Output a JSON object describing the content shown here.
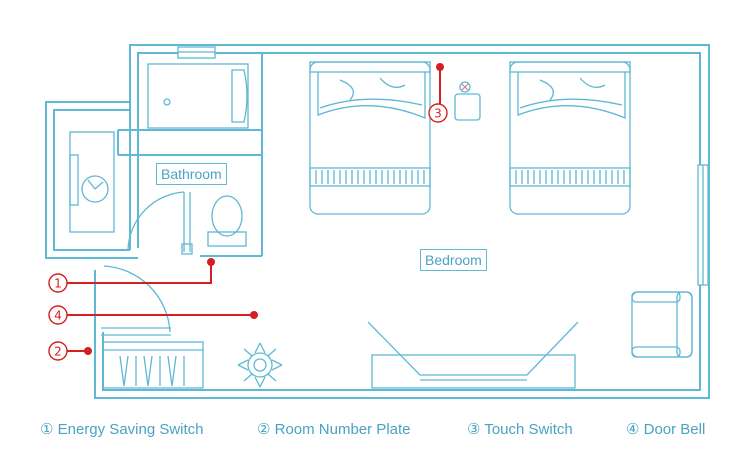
{
  "rooms": {
    "bathroom": "Bathroom",
    "bedroom": "Bedroom"
  },
  "markers": [
    {
      "id": "1",
      "symbol": "①"
    },
    {
      "id": "2",
      "symbol": "②"
    },
    {
      "id": "3",
      "symbol": "③"
    },
    {
      "id": "4",
      "symbol": "④"
    }
  ],
  "legend": [
    "① Energy Saving Switch",
    "② Room Number Plate",
    "③ Touch Switch",
    "④ Door Bell"
  ],
  "colors": {
    "line": "#5fb8d4",
    "marker": "#d42020"
  }
}
